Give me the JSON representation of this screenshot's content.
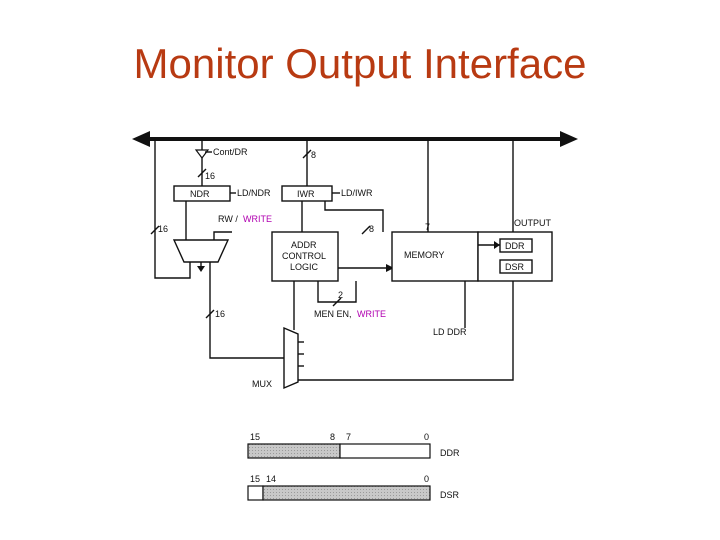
{
  "title": "Monitor Output Interface",
  "labels": {
    "cont_dr": "Cont/DR",
    "bus8_top": "8",
    "bus16_top": "16",
    "ndr": "NDR",
    "ld_ndr": "LD/NDR",
    "iwr": "IWR",
    "ld_iwr": "LD/IWR",
    "rw": "RW / ",
    "write1": "WRITE",
    "bus16_left": "16",
    "bus8_mid": "8",
    "output": "OUTPUT",
    "addr_line1": "ADDR",
    "addr_line2": "CONTROL",
    "addr_line3": "LOGIC",
    "memory": "MEMORY",
    "mem_bus": "7",
    "ddr": "DDR",
    "dsr": "DSR",
    "bus2": "2",
    "men_en": "MEN EN, ",
    "write2": "WRITE",
    "bus16_low": "16",
    "ld_ddr": "LD DDR",
    "mux": "MUX"
  },
  "registers": {
    "ddr": {
      "label": "DDR",
      "bit_hi": "15",
      "bit_a": "8",
      "bit_b": "7",
      "bit_lo": "0"
    },
    "dsr": {
      "label": "DSR",
      "bit_hi": "15",
      "bit_a": "14",
      "bit_lo": "0"
    }
  }
}
